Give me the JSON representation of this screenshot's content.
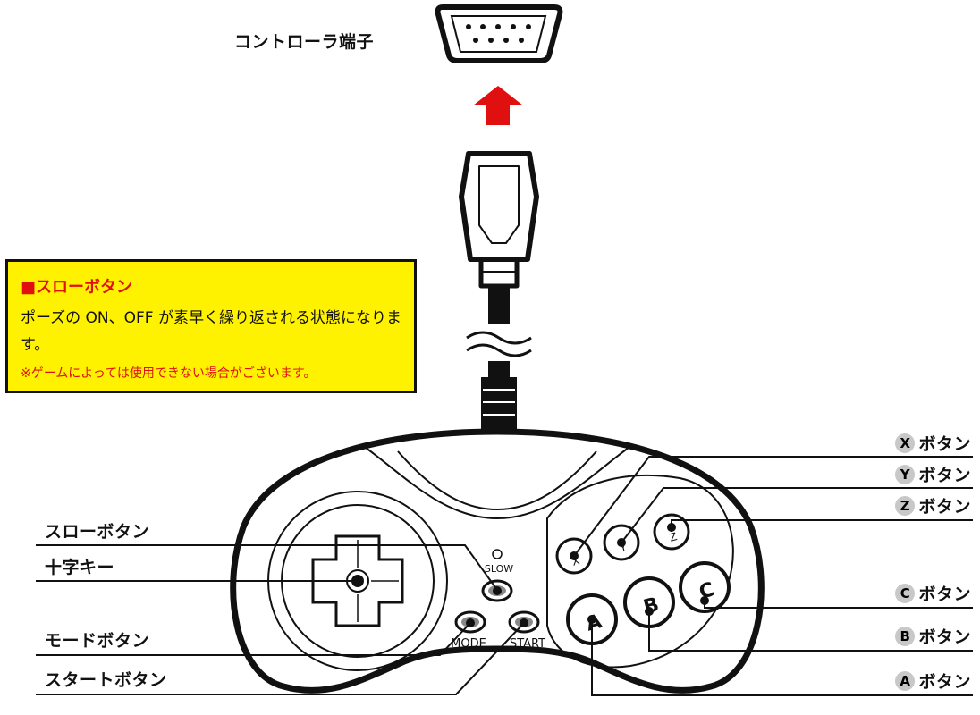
{
  "labels": {
    "controller_port": "コントローラ端子",
    "slow_button": "スローボタン",
    "dpad": "十字キー",
    "mode_button": "モードボタン",
    "start_button": "スタートボタン",
    "x_button": "ボタン",
    "y_button": "ボタン",
    "z_button": "ボタン",
    "c_button": "ボタン",
    "b_button": "ボタン",
    "a_button": "ボタン"
  },
  "badges": {
    "x": "X",
    "y": "Y",
    "z": "Z",
    "c": "C",
    "b": "B",
    "a": "A"
  },
  "device_text": {
    "slow": "SLOW",
    "mode": "MODE",
    "start": "START",
    "x": "X",
    "y": "Y",
    "z": "Z",
    "a": "A",
    "b": "B",
    "c": "C"
  },
  "note": {
    "title": "■スローボタン",
    "body": "ポーズの ON、OFF が素早く繰り返される状態になります。",
    "warning": "※ゲームによっては使用できない場合がございます。"
  },
  "colors": {
    "note_bg": "#fff200",
    "note_accent": "#e01010",
    "arrow": "#e01010",
    "line": "#111111"
  }
}
